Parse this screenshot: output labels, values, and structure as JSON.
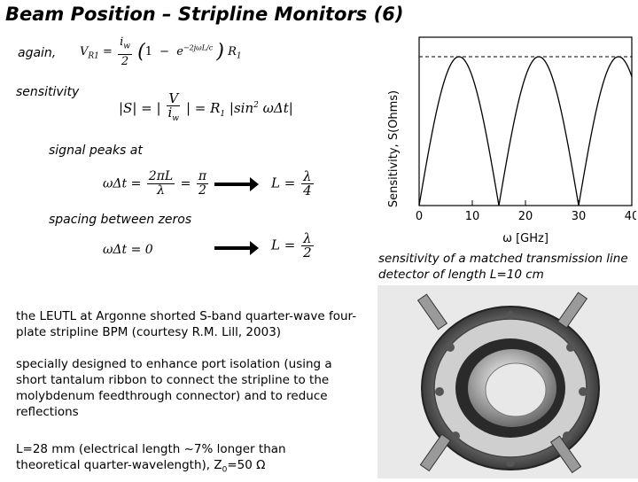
{
  "slide": {
    "title": "Beam Position – Stripline Monitors (6)",
    "again_label": "again,",
    "sensitivity_label": "sensitivity",
    "signal_peaks_label": "signal peaks at",
    "spacing_label": "spacing between zeros",
    "paragraph1": "the LEUTL at Argonne shorted S-band quarter-wave four-plate stripline BPM (courtesy R.M. Lill, 2003)",
    "paragraph2": "specially designed to enhance port isolation (using a short tantalum ribbon to connect the stripline to the molybdenum feedthrough connector) and to reduce reflections",
    "paragraph3_main": "L=28 mm (electrical length ~7% longer than theoretical quarter-wavelength), Z",
    "paragraph3_sub": "0",
    "paragraph3_end": "=50 Ω",
    "chart_caption": "sensitivity of a matched transmission line detector of length L=10 cm"
  },
  "equations": {
    "eq1": {
      "lhs": "V",
      "lhs_sub": "R1",
      "eq": "=",
      "num": "i",
      "num_sub": "w",
      "den": "2",
      "paren_open": "(1",
      "minus": "−",
      "exp_base": "e",
      "exp": "−2jωL/c",
      "paren_close": ")",
      "rhs": "R",
      "rhs_sub": "1"
    },
    "eq2": {
      "lhs": "|S| = |",
      "num": "V",
      "den_base": "i",
      "den_sub": "w",
      "mid": "| = R",
      "mid_sub": "1",
      "tail": "|sin",
      "sup": "2",
      "tail2": " ωΔt|"
    },
    "eq3": {
      "lhs": "ωΔt =",
      "num1": "2πL",
      "den1": "λ",
      "op": "=",
      "num2": "π",
      "den2": "2"
    },
    "eq3_result": {
      "lhs": "L =",
      "num": "λ",
      "den": "4"
    },
    "eq4": {
      "lhs": "ωΔt = 0"
    },
    "eq4_result": {
      "lhs": "L =",
      "num": "λ",
      "den": "2"
    }
  },
  "chart_data": {
    "type": "line",
    "title": "",
    "xlabel": "ω [GHz]",
    "ylabel": "Sensitivity, S(Ohms)",
    "xlim": [
      0,
      40
    ],
    "ylim": [
      0,
      1
    ],
    "x_ticks": [
      "0",
      "10",
      "20",
      "30",
      "40"
    ],
    "grid": false,
    "series": [
      {
        "function": "abs(sin(pi*f/15))",
        "zeros_x": [
          0,
          15,
          30
        ],
        "peaks_x": [
          7.5,
          22.5,
          37.5
        ],
        "peak_value": 1
      }
    ],
    "dashed_reference_y": 1
  }
}
